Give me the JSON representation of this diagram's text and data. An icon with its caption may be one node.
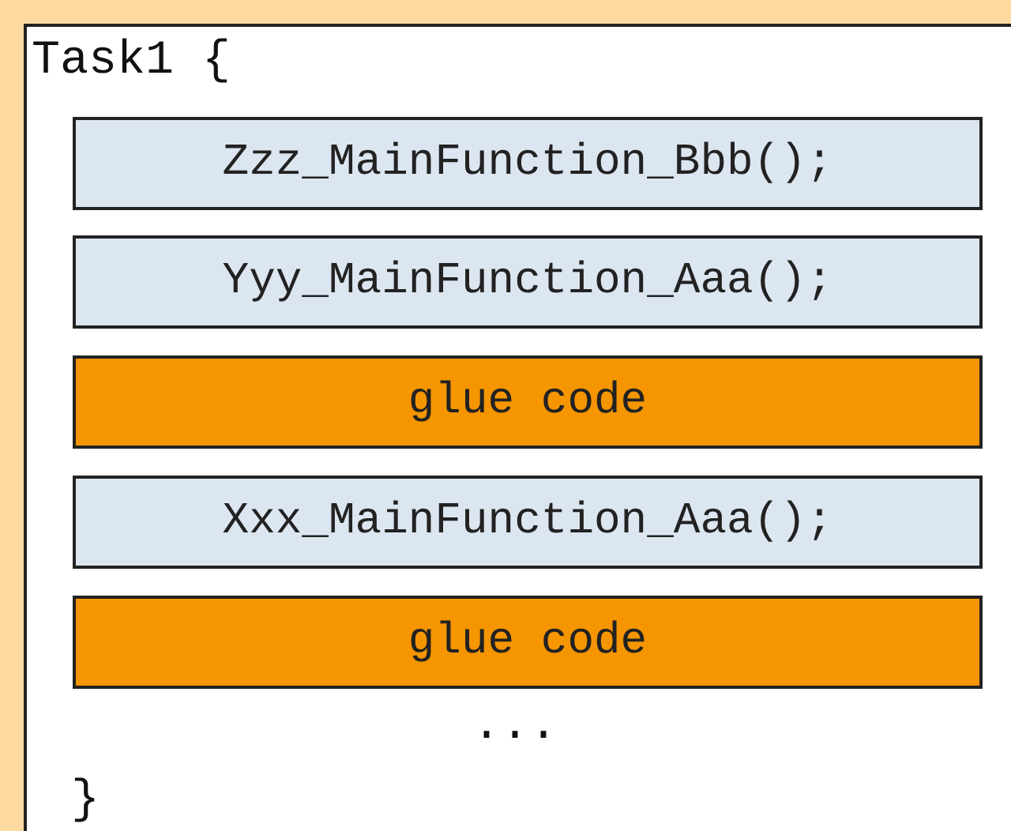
{
  "diagram": {
    "nodes": [
      {
        "text": [
          "Task1 {",
          "...",
          "}"
        ]
      },
      {
        "text": [
          "Zzz_MainFunction_Bbb();"
        ],
        "in": 0
      },
      {
        "text": [
          "Yyy_MainFunction_Aaa();"
        ],
        "in": 0
      },
      {
        "text": [
          "glue code"
        ],
        "in": 0
      },
      {
        "text": [
          "Xxx_MainFunction_Aaa();"
        ],
        "in": 0
      },
      {
        "text": [
          "glue code"
        ],
        "in": 0
      }
    ]
  }
}
